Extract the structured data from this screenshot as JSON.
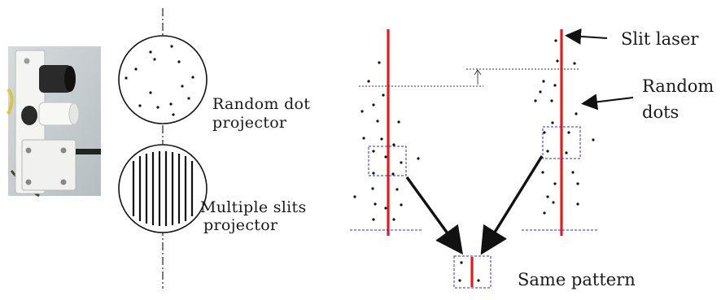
{
  "labels": {
    "random_dot_projector_line1": "Random dot",
    "random_dot_projector_line2": "projector",
    "multiple_slits_projector_line1": "Multiple slits",
    "multiple_slits_projector_line2": "projector",
    "slit_laser": "Slit laser",
    "random_dots_line1": "Random",
    "random_dots_line2": "dots",
    "same_pattern": "Same pattern"
  },
  "colors": {
    "laser_line": "#e31b1b",
    "dashed_box": "#2b2bd6",
    "ink": "#111111",
    "photo_bg": "#c9cfd1"
  }
}
